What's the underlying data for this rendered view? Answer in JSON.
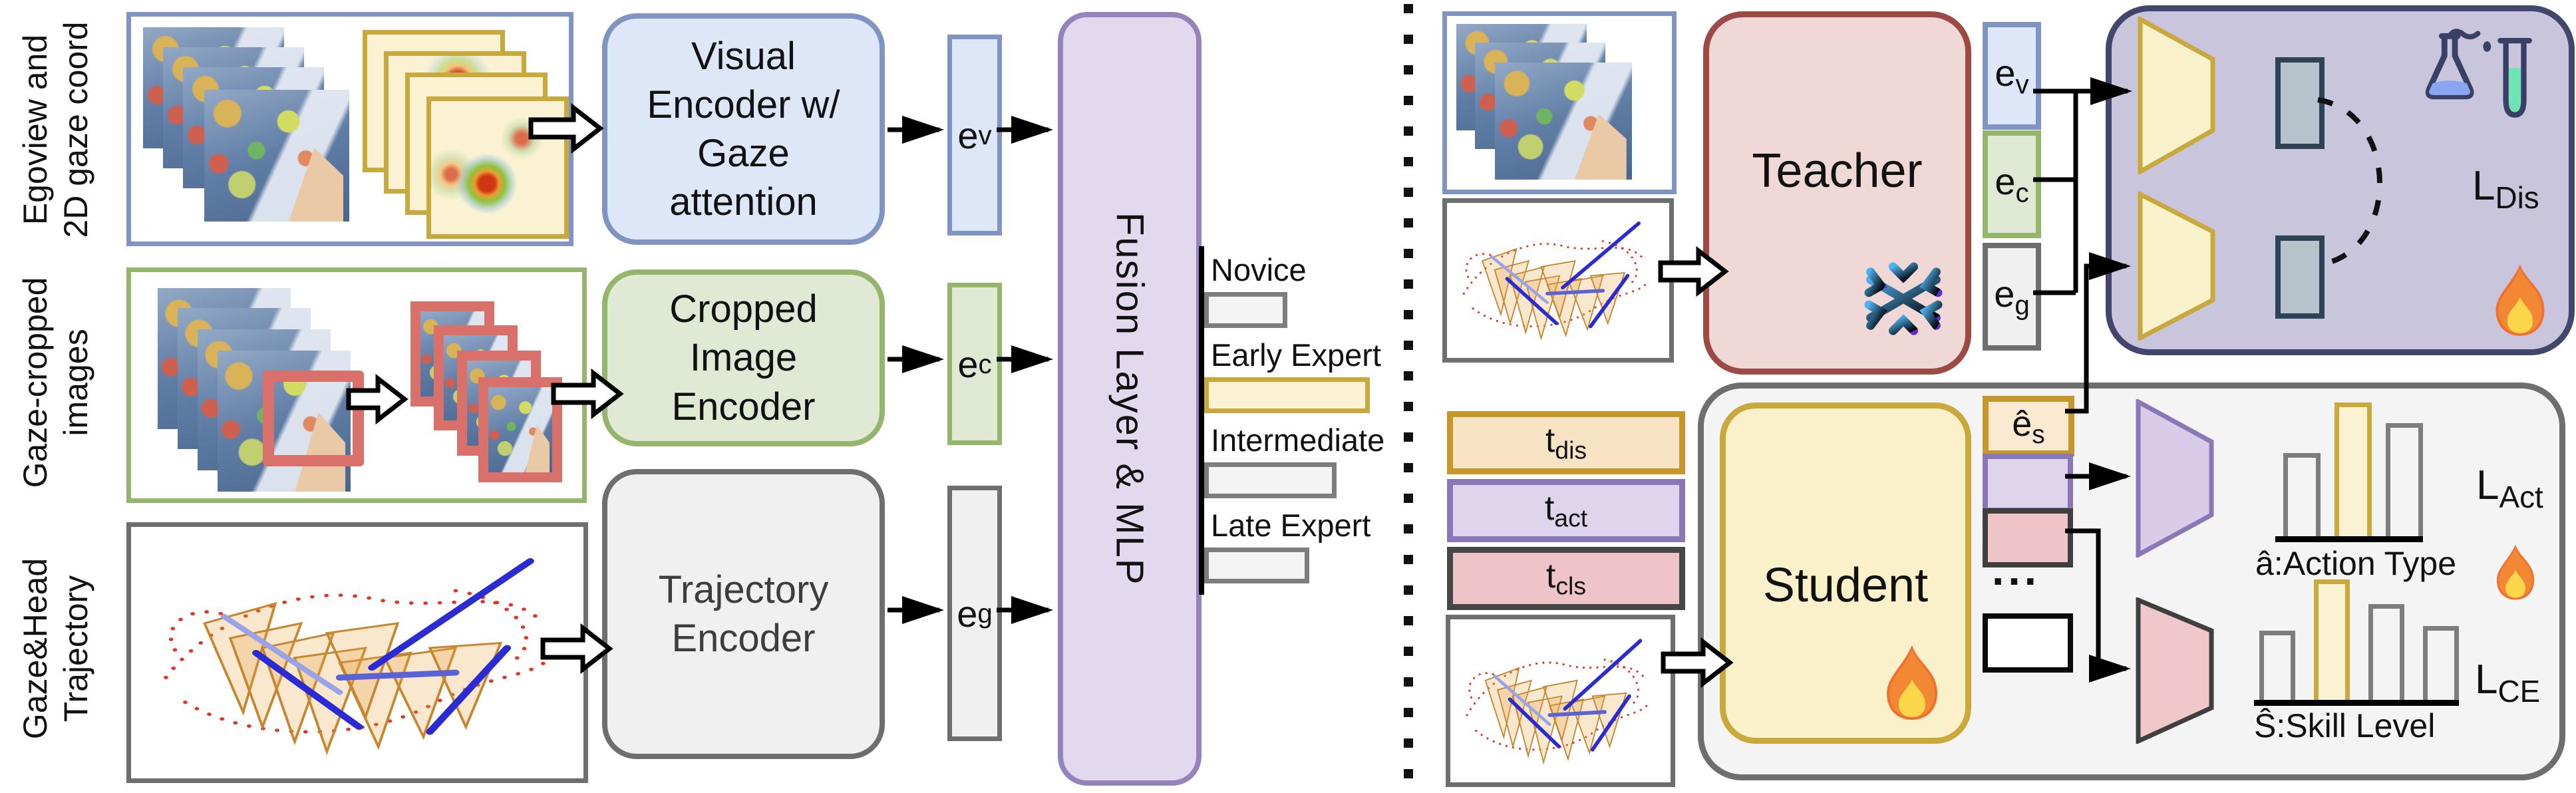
{
  "colors": {
    "blue_border": "#8094c4",
    "blue_fill": "#dde7f8",
    "green_border": "#94b56b",
    "green_fill": "#dfe9d3",
    "gray_border": "#6e6e6e",
    "gray_fill": "#f0f0f0",
    "fusion_border": "#9583bd",
    "fusion_fill": "#e2d9ee",
    "dist_border": "#43466b",
    "dist_fill": "#c9c5dd",
    "teacher_border": "#9e4a44",
    "teacher_fill": "#f0d8d6",
    "student_fill": "#faf0c9",
    "container_border": "#6e6e6e",
    "container_fill": "#f4f4f4",
    "gold_border": "#c9a83c",
    "gold_border2": "#c8972b",
    "cream_fill": "#faf2d2",
    "tan_fill": "#f8e4c5",
    "lav_fill": "#ded4eb",
    "lav_border": "#8a77b5",
    "pink_fill": "#eec4c9",
    "salmon": "#d9716a",
    "steel_fill": "#b7c3cb",
    "steel_border": "#2f4356"
  },
  "left": {
    "rows": [
      {
        "label1": "Egoview and",
        "label2": "2D gaze coord",
        "encoder": "Visual Encoder w/ Gaze attention",
        "emb": "e",
        "emb_sub": "v"
      },
      {
        "label1": "Gaze-cropped",
        "label2": "images",
        "encoder": "Cropped Image Encoder",
        "emb": "e",
        "emb_sub": "c"
      },
      {
        "label1": "Gaze&Head",
        "label2": "Trajectory",
        "encoder": "Trajectory Encoder",
        "emb": "e",
        "emb_sub": "g"
      }
    ],
    "fusion_label": "Fusion Layer & MLP"
  },
  "right": {
    "teacher_label": "Teacher",
    "student_label": "Student",
    "embeddings": [
      {
        "base": "e",
        "sub": "v"
      },
      {
        "base": "e",
        "sub": "c"
      },
      {
        "base": "e",
        "sub": "g"
      }
    ],
    "tokens": [
      {
        "base": "t",
        "sub": "dis"
      },
      {
        "base": "t",
        "sub": "act"
      },
      {
        "base": "t",
        "sub": "cls"
      }
    ],
    "student_embedding": {
      "base": "ê",
      "sub": "s"
    },
    "ellipsis": "...",
    "losses": {
      "dis_base": "L",
      "dis_sub": "Dis",
      "act_base": "L",
      "act_sub": "Act",
      "ce_base": "L",
      "ce_sub": "CE"
    }
  },
  "chart_data": [
    {
      "type": "bar",
      "orientation": "horizontal",
      "title": "skill level output distribution",
      "categories": [
        "Novice",
        "Early Expert",
        "Intermediate",
        "Late Expert"
      ],
      "values": [
        0.33,
        0.7,
        0.55,
        0.43
      ],
      "highlight_index": 1,
      "highlight": "Early Expert",
      "xlabel": "",
      "ylabel": "",
      "value_range": [
        0,
        1
      ],
      "grid": false,
      "legend": "none"
    },
    {
      "type": "bar",
      "orientation": "vertical",
      "title": "â:Action Type",
      "categories": [
        "",
        "",
        ""
      ],
      "values": [
        0.61,
        1.0,
        0.84
      ],
      "highlight_index": 1,
      "xlabel": "",
      "ylabel": "",
      "value_range": [
        0,
        1
      ],
      "grid": false,
      "legend": "none"
    },
    {
      "type": "bar",
      "orientation": "vertical",
      "title": "Ŝ:Skill Level",
      "categories": [
        "",
        "",
        "",
        ""
      ],
      "values": [
        0.56,
        1.0,
        0.79,
        0.6
      ],
      "highlight_index": 1,
      "xlabel": "",
      "ylabel": "",
      "value_range": [
        0,
        1
      ],
      "grid": false,
      "legend": "none"
    }
  ]
}
